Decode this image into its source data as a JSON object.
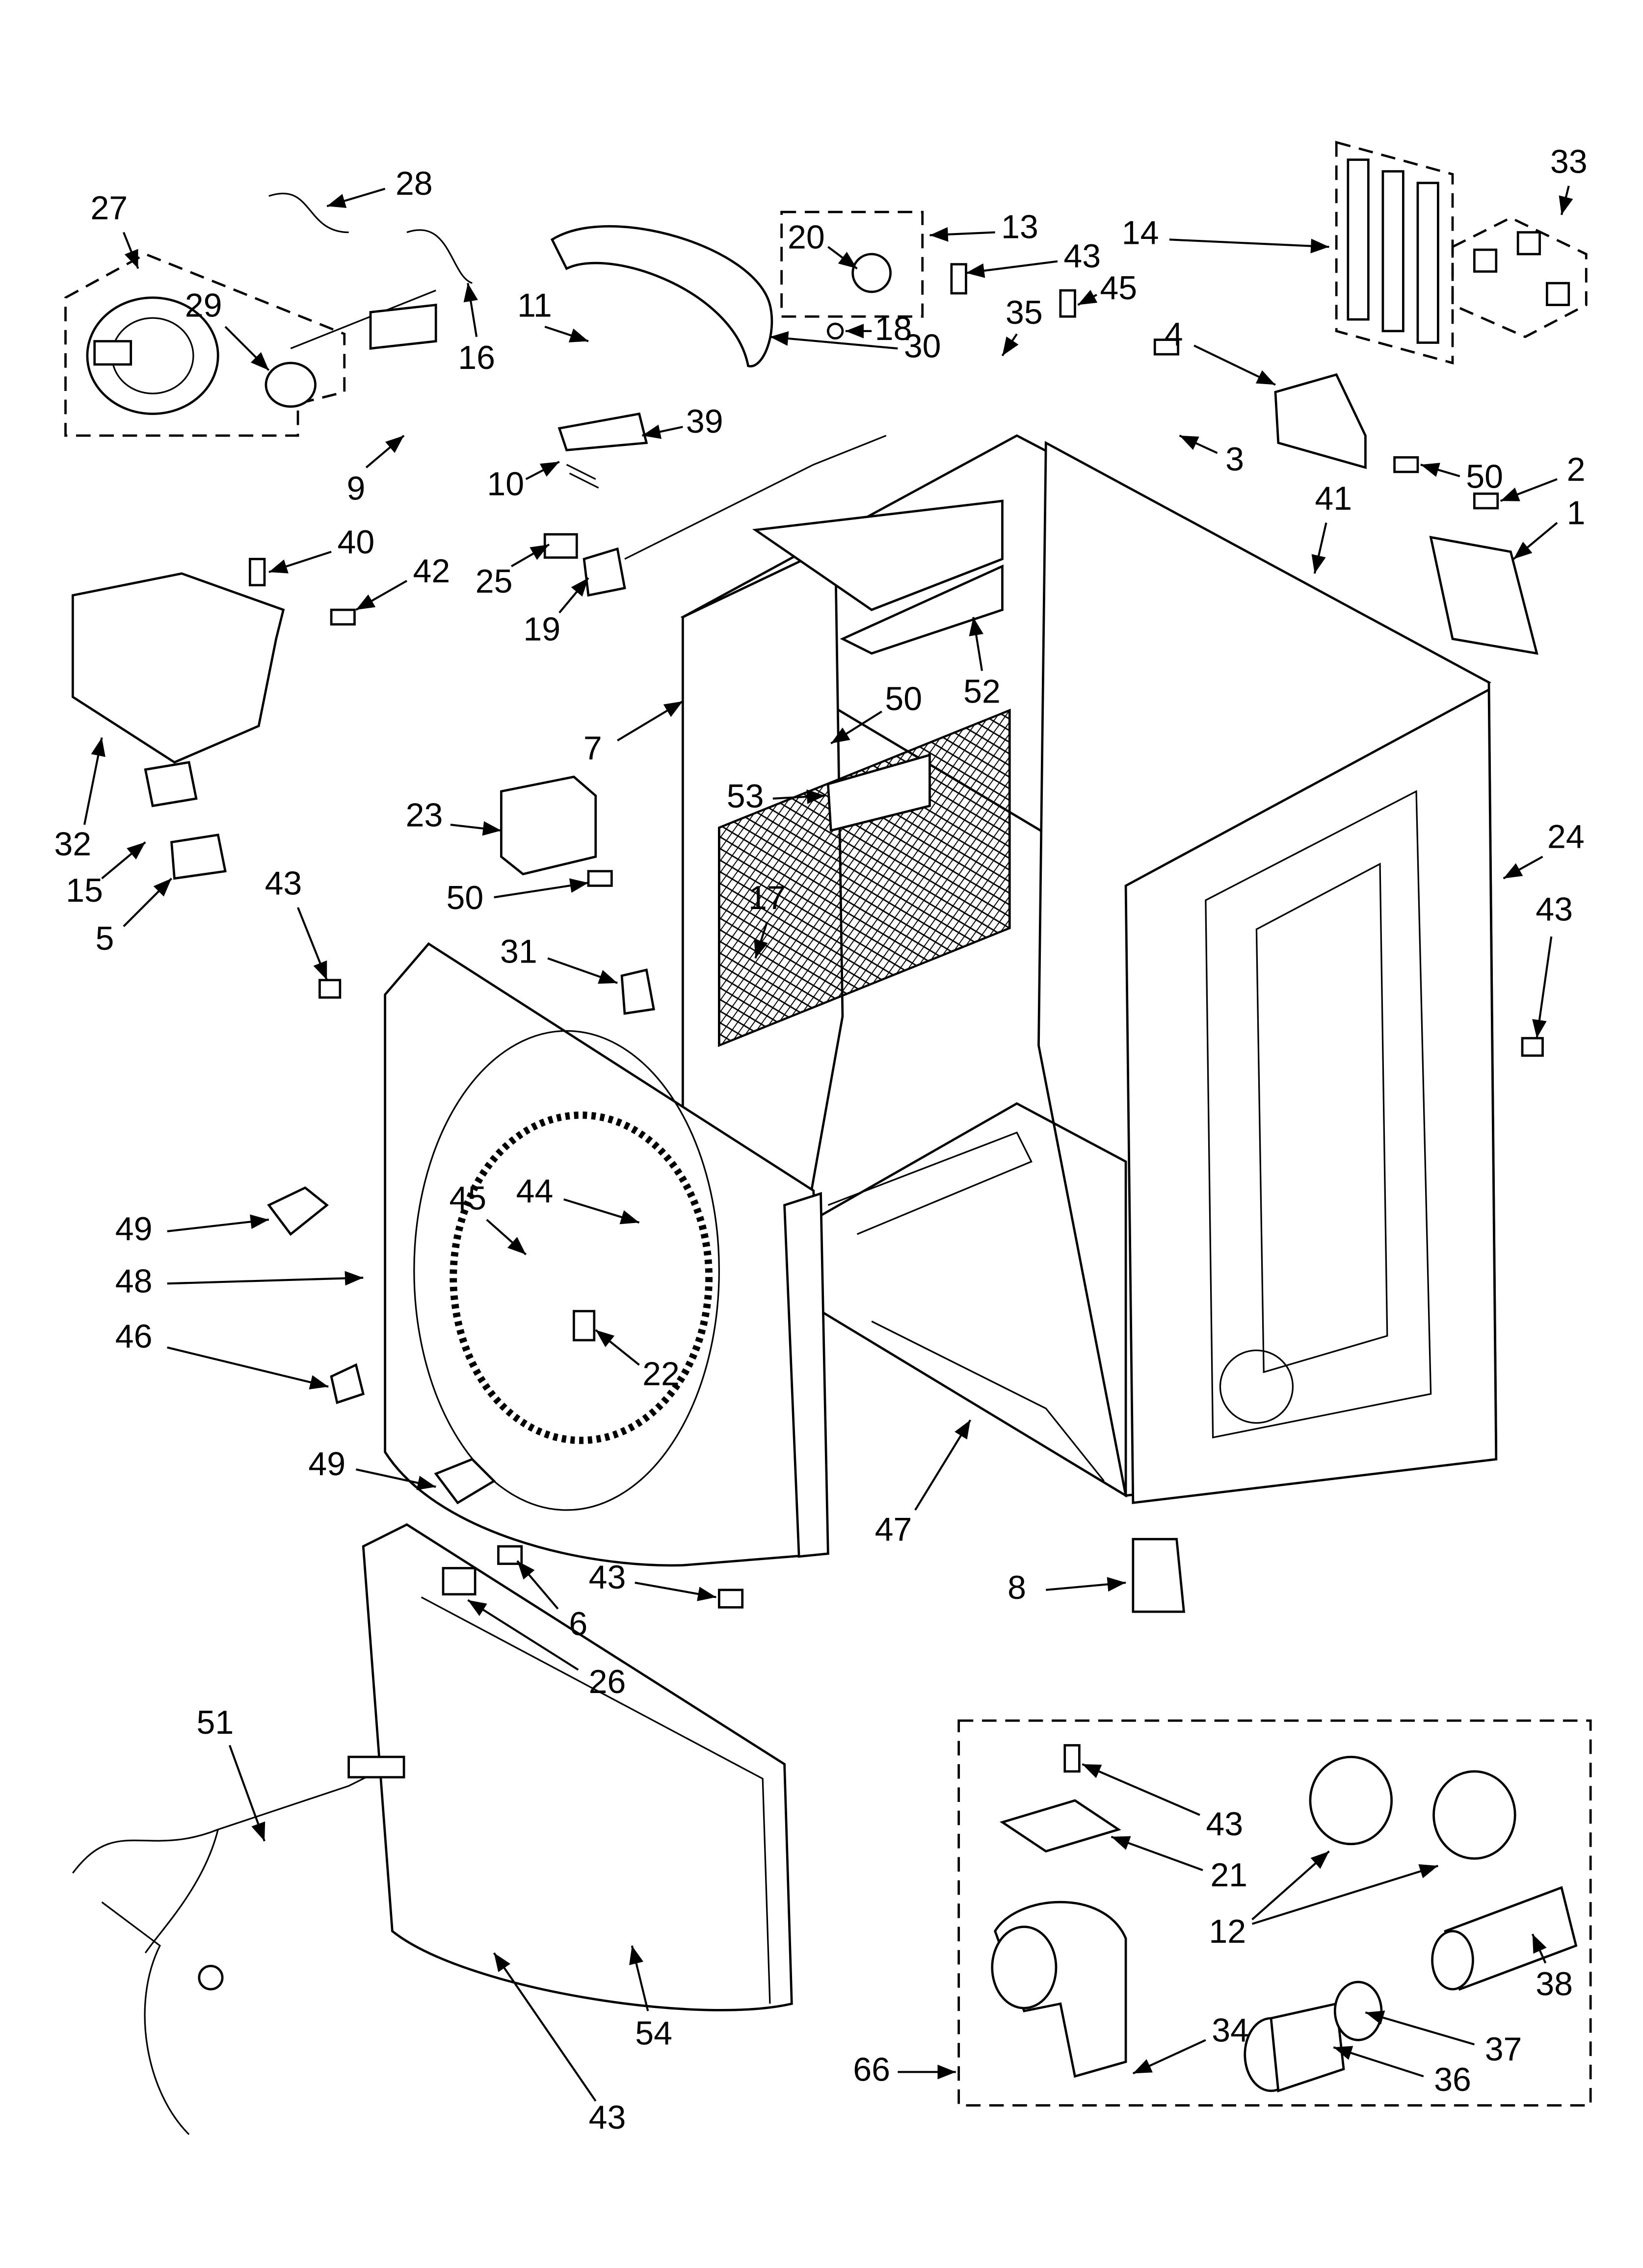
{
  "diagram": {
    "type": "exploded parts diagram",
    "labels": [
      "27",
      "28",
      "29",
      "11",
      "16",
      "20",
      "13",
      "43",
      "18",
      "35",
      "45",
      "14",
      "33",
      "30",
      "9",
      "39",
      "10",
      "4",
      "3",
      "50",
      "2",
      "1",
      "41",
      "40",
      "42",
      "25",
      "19",
      "52",
      "50",
      "7",
      "53",
      "24",
      "17",
      "43",
      "23",
      "50",
      "32",
      "15",
      "5",
      "43",
      "31",
      "45",
      "44",
      "49",
      "48",
      "22",
      "46",
      "49",
      "47",
      "43",
      "6",
      "8",
      "26",
      "51",
      "43",
      "21",
      "12",
      "34",
      "37",
      "38",
      "36",
      "66",
      "54",
      "43"
    ]
  }
}
